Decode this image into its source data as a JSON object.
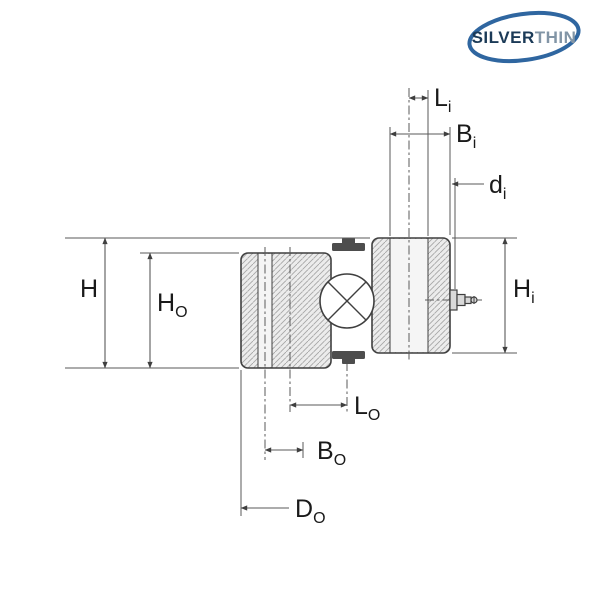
{
  "logo": {
    "part1": "SILVER",
    "part2": "THIN",
    "part1_color": "#1b3a57",
    "part2_color": "#8295a6",
    "swoosh_color": "#2f66a0"
  },
  "drawing": {
    "line_color": "#3f3f3f",
    "thin_line_color": "#5a5a5a",
    "hatch_color": "#a6a6a6",
    "ring_fill": "#ececec",
    "hole_fill": "#f5f5f5",
    "seal_color": "#4d4d4d",
    "ball_fill": "#ffffff",
    "fitting_fill": "#d9d9d9"
  },
  "dims": {
    "li": {
      "main": "L",
      "sub": "i"
    },
    "bi": {
      "main": "B",
      "sub": "i"
    },
    "di": {
      "main": "d",
      "sub": "i"
    },
    "hi": {
      "main": "H",
      "sub": "i"
    },
    "h": {
      "main": "H",
      "sub": ""
    },
    "ho": {
      "main": "H",
      "sub": "O"
    },
    "lo": {
      "main": "L",
      "sub": "O"
    },
    "bo": {
      "main": "B",
      "sub": "O"
    },
    "do": {
      "main": "D",
      "sub": "O"
    }
  }
}
